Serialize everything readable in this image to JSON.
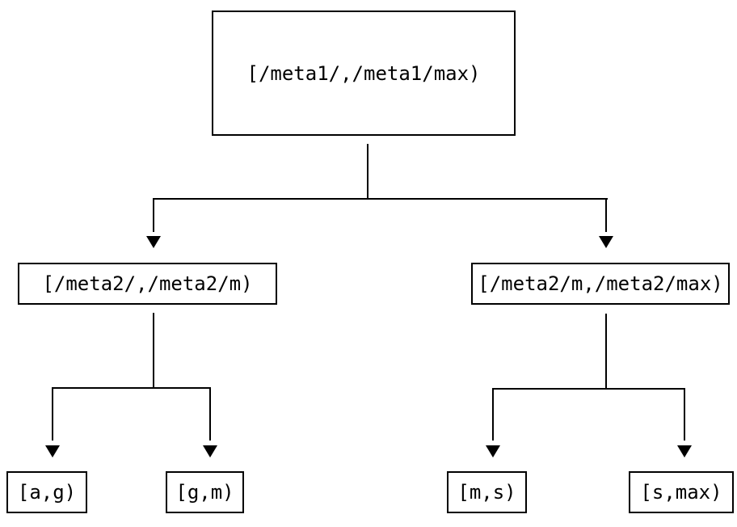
{
  "diagram": {
    "type": "tree",
    "background_color": "#ffffff",
    "node_border_color": "#000000",
    "line_color": "#000000",
    "text_color": "#000000",
    "nodes": [
      {
        "id": "root",
        "level": 0,
        "label": "[/meta1/,/meta1/max)"
      },
      {
        "id": "mid-left",
        "level": 1,
        "label": "[/meta2/,/meta2/m)"
      },
      {
        "id": "mid-right",
        "level": 1,
        "label": "[/meta2/m,/meta2/max)"
      },
      {
        "id": "leaf-ag",
        "level": 2,
        "label": "[a,g)"
      },
      {
        "id": "leaf-gm",
        "level": 2,
        "label": "[g,m)"
      },
      {
        "id": "leaf-ms",
        "level": 2,
        "label": "[m,s)"
      },
      {
        "id": "leaf-smax",
        "level": 2,
        "label": "[s,max)"
      }
    ],
    "edges": [
      {
        "from": "root",
        "to": [
          "mid-left",
          "mid-right"
        ],
        "arrow": "down"
      },
      {
        "from": "mid-left",
        "to": [
          "leaf-ag",
          "leaf-gm"
        ],
        "arrow": "down"
      },
      {
        "from": "mid-right",
        "to": [
          "leaf-ms",
          "leaf-smax"
        ],
        "arrow": "down"
      }
    ]
  }
}
